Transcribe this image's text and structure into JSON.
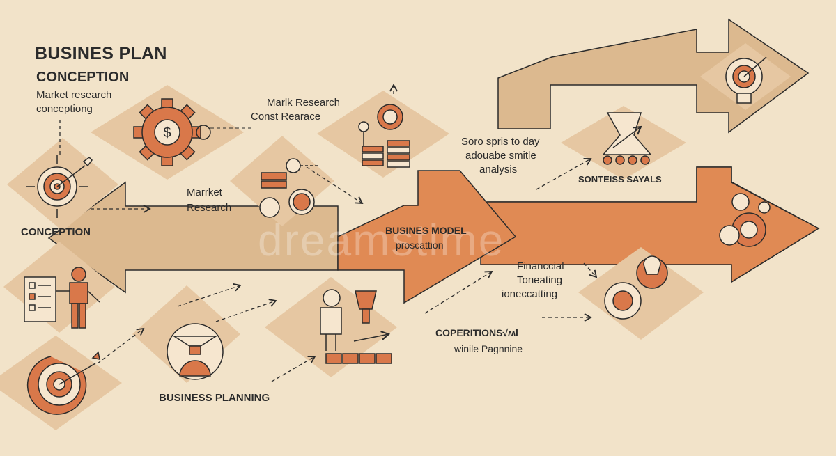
{
  "title": "BUSINES PLAN",
  "subtitle": "CONCEPTION",
  "intro_line1": "Market research",
  "intro_line2": "conceptiong",
  "conception_label": "CONCEPTION",
  "mark_research_line1": "Marlk Research",
  "mark_research_line2": "Const Rearace",
  "market_research_line1": "Marrket",
  "market_research_line2": "Research",
  "business_model_line1": "BUSINES MODEL",
  "business_model_line2": "proscattion",
  "soro_line1": "Soro spris to day",
  "soro_line2": "adouabe smitle",
  "soro_line3": "analysis",
  "sonteiss_label": "SONTEISS SAYALS",
  "financial_line1": "Financcial",
  "financial_line2": "Toneating",
  "financial_line3": "ioneccatting",
  "coperition_line1": "COPERITIONS√ʍl",
  "coperition_line2": "winile Pagnnine",
  "business_planning_label": "BUSINESS PLANNING",
  "watermark": "dreamstime",
  "colors": {
    "background": "#f2e3c9",
    "tan": "#dcb98f",
    "orange": "#e08a54",
    "diamond": "#e6c7a2",
    "ink": "#2b2b2b"
  }
}
